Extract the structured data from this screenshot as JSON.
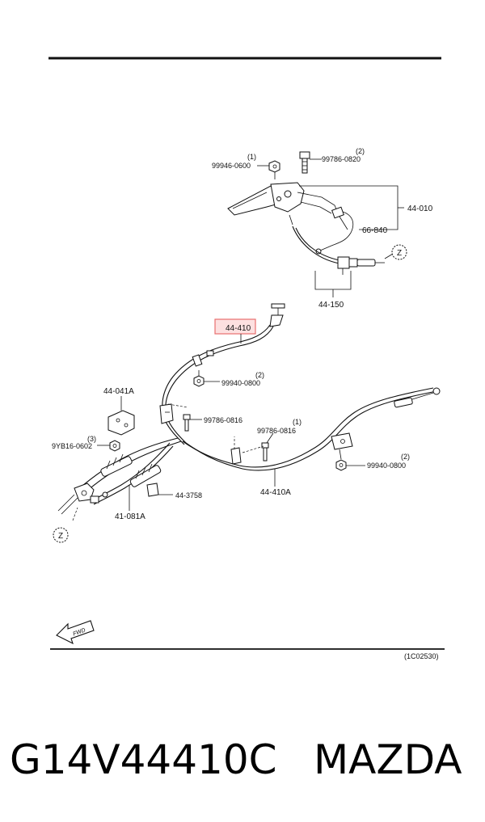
{
  "diagram": {
    "labels": {
      "p99946": "99946-0600",
      "p99946_q": "(1)",
      "p99786a": "99786-0820",
      "p99786a_q": "(2)",
      "p44010": "44-010",
      "p66840": "66-840",
      "p44150": "44-150",
      "p44410": "44-410",
      "p99940a": "99940-0800",
      "p99940a_q": "(2)",
      "p44041a": "44-041A",
      "p99786b": "99786-0816",
      "p99786c": "99786-0816",
      "p99786c_q": "(1)",
      "p9yb16": "9YB16-0602",
      "p9yb16_q": "(3)",
      "p99940b": "99940-0800",
      "p99940b_q": "(2)",
      "p44410a": "44-410A",
      "p443758": "44-3758",
      "p41081a": "41-081A",
      "zone_top": "Z",
      "zone_left": "Z",
      "fwd": "FWD",
      "diagram_id": "(1C02530)"
    },
    "highlight_color": "#e87070",
    "highlight_fill": "#fde0e0"
  },
  "footer": {
    "part_number": "G14V44410C",
    "brand": "MAZDA"
  }
}
